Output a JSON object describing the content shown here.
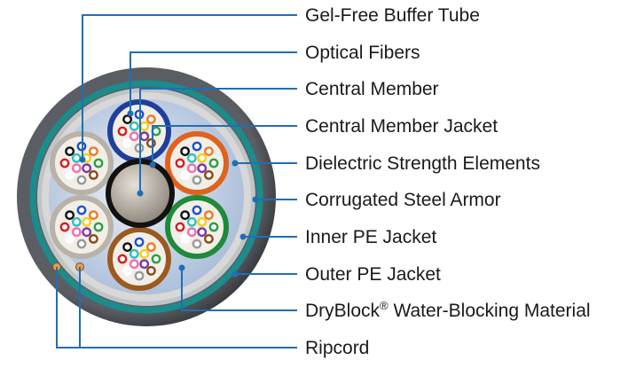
{
  "labels": [
    {
      "key": "gel_free_buffer_tube",
      "text": "Gel-Free Buffer Tube"
    },
    {
      "key": "optical_fibers",
      "text": "Optical Fibers"
    },
    {
      "key": "central_member",
      "text": "Central Member"
    },
    {
      "key": "central_member_jacket",
      "text": "Central Member Jacket"
    },
    {
      "key": "dielectric_strength_elements",
      "text": "Dielectric Strength Elements"
    },
    {
      "key": "corrugated_steel_armor",
      "text": "Corrugated Steel Armor"
    },
    {
      "key": "inner_pe_jacket",
      "text": "Inner PE Jacket"
    },
    {
      "key": "outer_pe_jacket",
      "text": "Outer PE Jacket"
    },
    {
      "key": "dryblock",
      "text": "DryBlock",
      "superscript": "®",
      "suffix": " Water-Blocking Material"
    },
    {
      "key": "ripcord",
      "text": "Ripcord"
    }
  ],
  "colors": {
    "leader_line": "#1f6fb5",
    "outer_jacket": "#3c3f44",
    "armor": "#1a8c8c",
    "inner_jacket": "#d8d8d8",
    "water_block": "#c9d6ea",
    "central_member": "#b4aca2",
    "central_member_jacket": "#111111",
    "tube_blue": "#1f3f9a",
    "tube_orange": "#e0621b",
    "tube_green": "#1f8a3a",
    "tube_brown": "#9b5a1e",
    "tube_grey": "#b9b2a8",
    "ripcord": "#e0a050"
  },
  "fiber_colors": [
    "#1f4fd0",
    "#f07a20",
    "#2aa040",
    "#8a4a1a",
    "#9a9a9a",
    "#ffffff",
    "#d42020",
    "#111111",
    "#f0d020",
    "#7a3aa0",
    "#f070b0",
    "#30c0c0"
  ]
}
